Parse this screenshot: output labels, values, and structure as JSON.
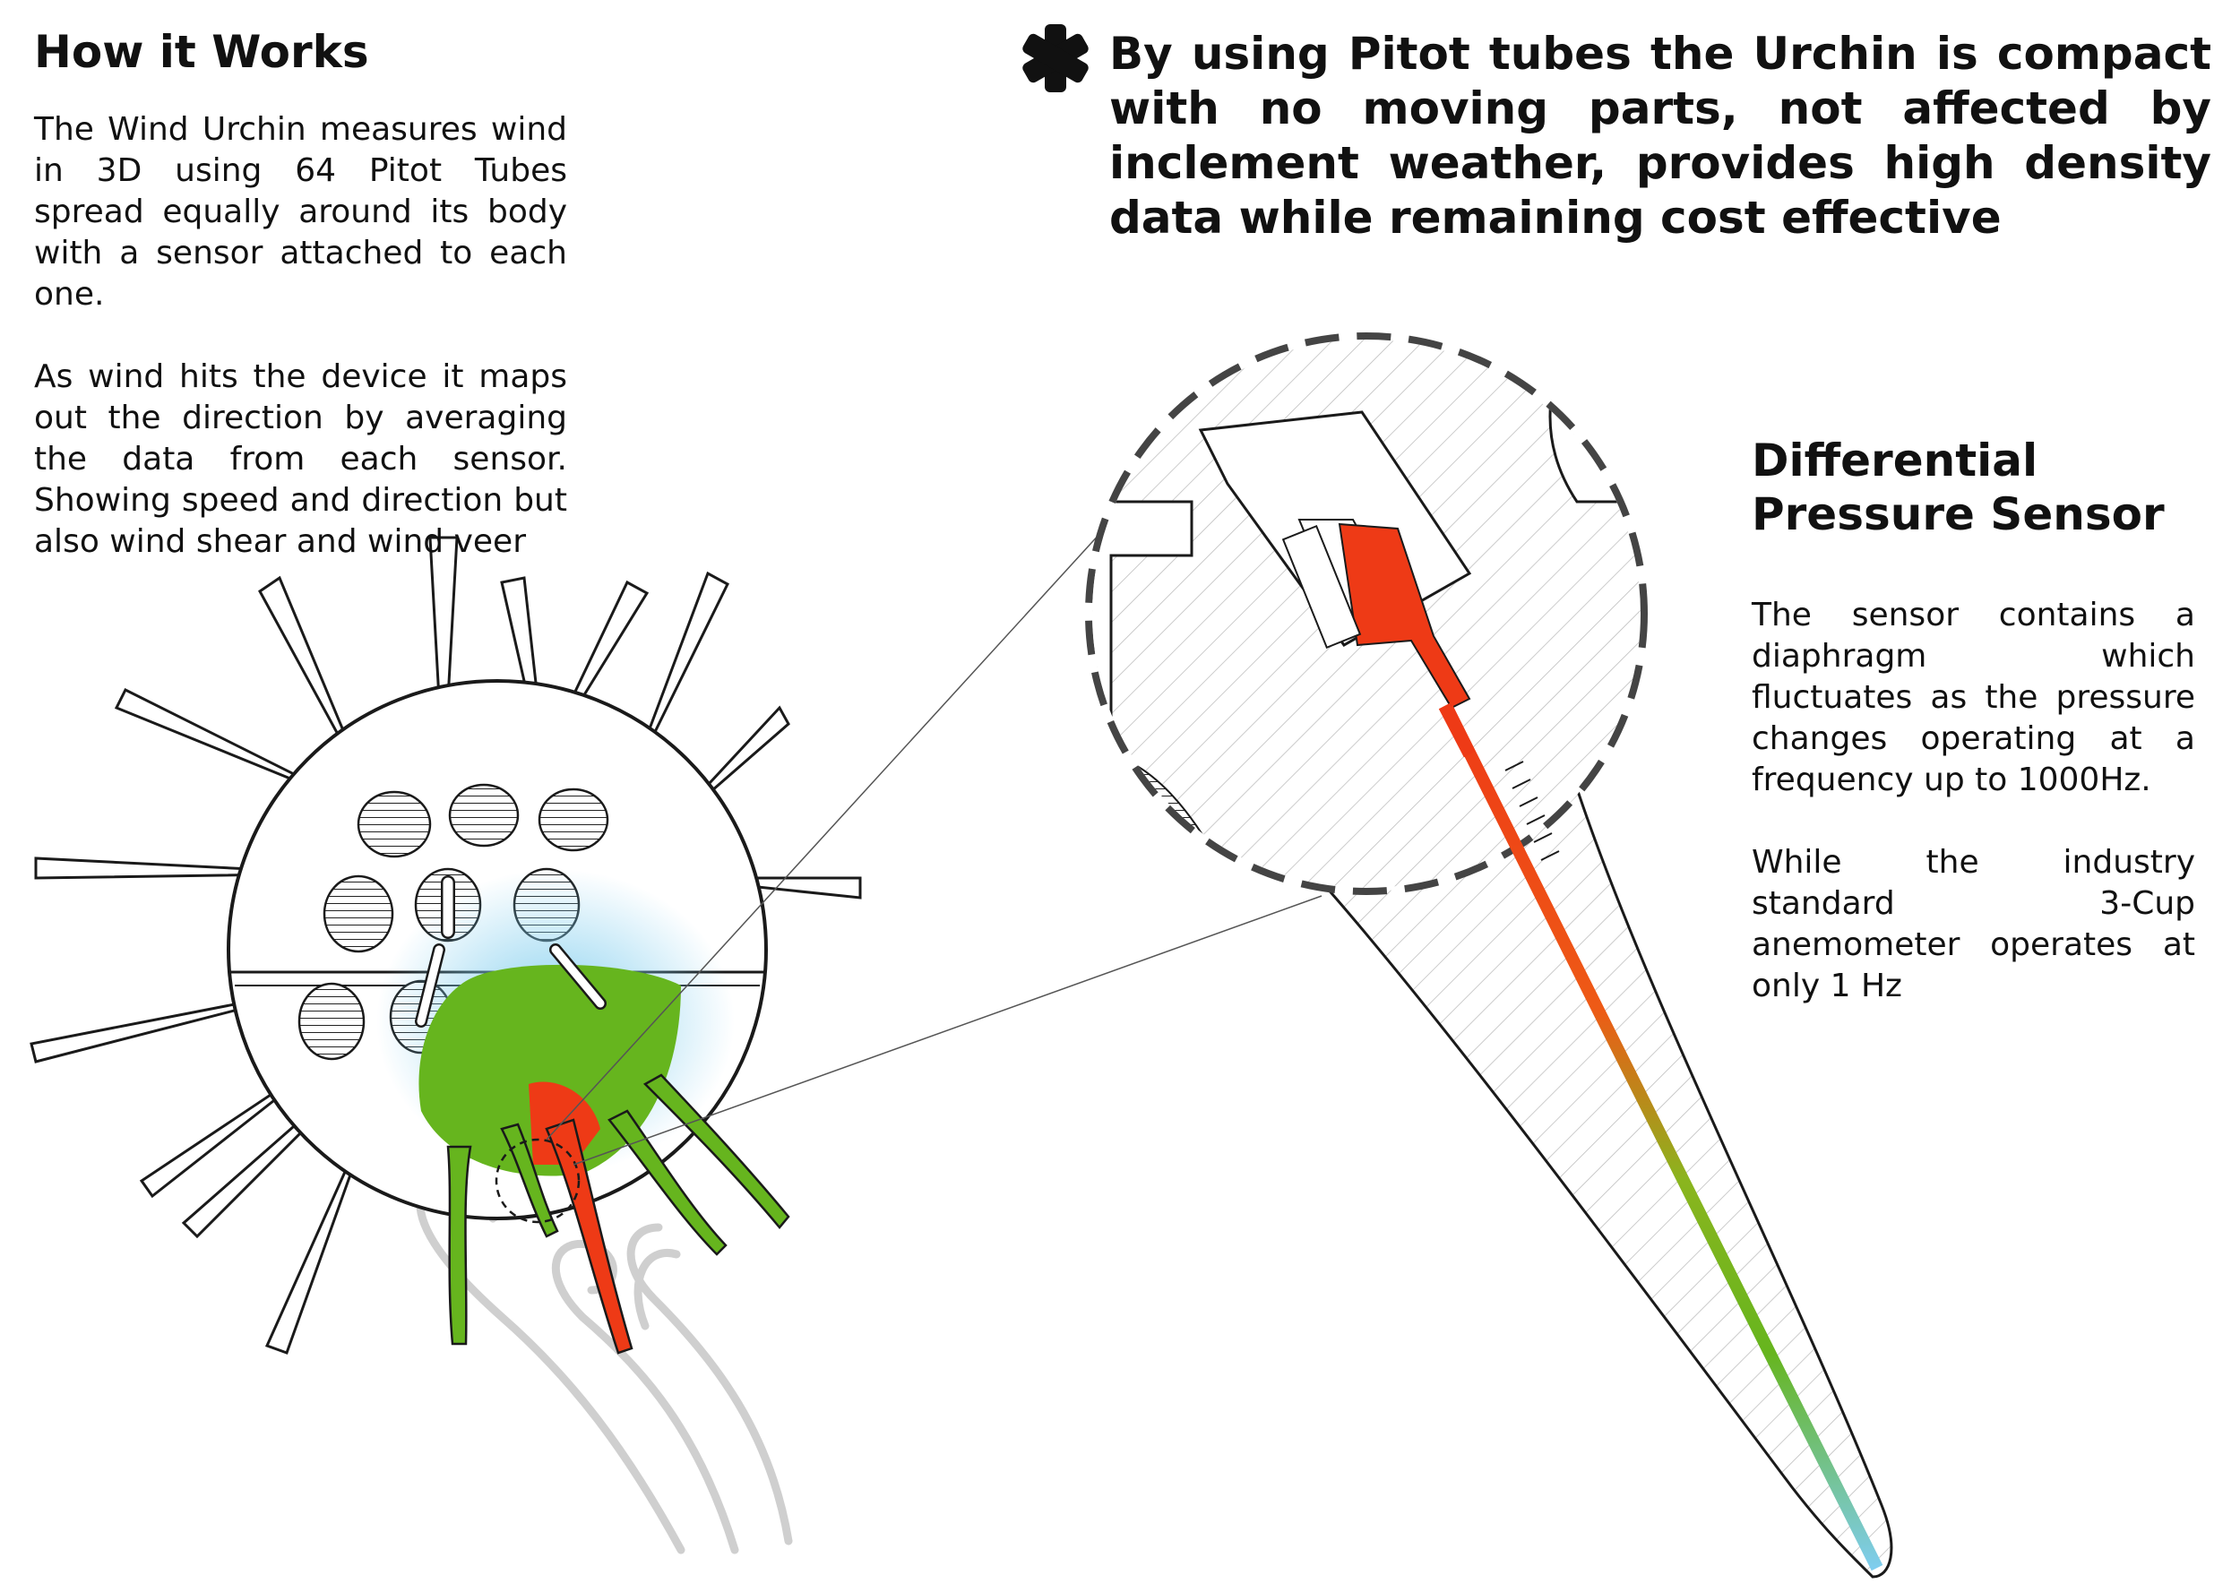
{
  "left": {
    "heading": "How it Works",
    "paragraphs": [
      "The Wind Urchin measures wind in 3D using 64 Pitot Tubes spread equally around its body with a sensor attached to each one.",
      "As wind hits the device it maps out the direction by averaging the data from each sensor. Showing speed and direction but also wind shear and wind veer"
    ]
  },
  "callout": {
    "icon": "asterisk-icon",
    "text": "By using Pitot tubes the Urchin is compact with no moving parts, not affected by inclement weather, provides high density data while remaining cost effective"
  },
  "right": {
    "heading": "Differential Pressure Sensor",
    "paragraphs": [
      "The sensor contains a diaphragm which fluctuates as the pressure changes operating at a frequency up to 1000Hz.",
      "While the industry standard 3-Cup anemometer operates at only 1 Hz"
    ]
  },
  "colors": {
    "red": "#ee3a16",
    "green": "#66b51e",
    "blue": "#7fcdee",
    "line": "#1a1a1a",
    "wind": "#cfcfcf"
  }
}
